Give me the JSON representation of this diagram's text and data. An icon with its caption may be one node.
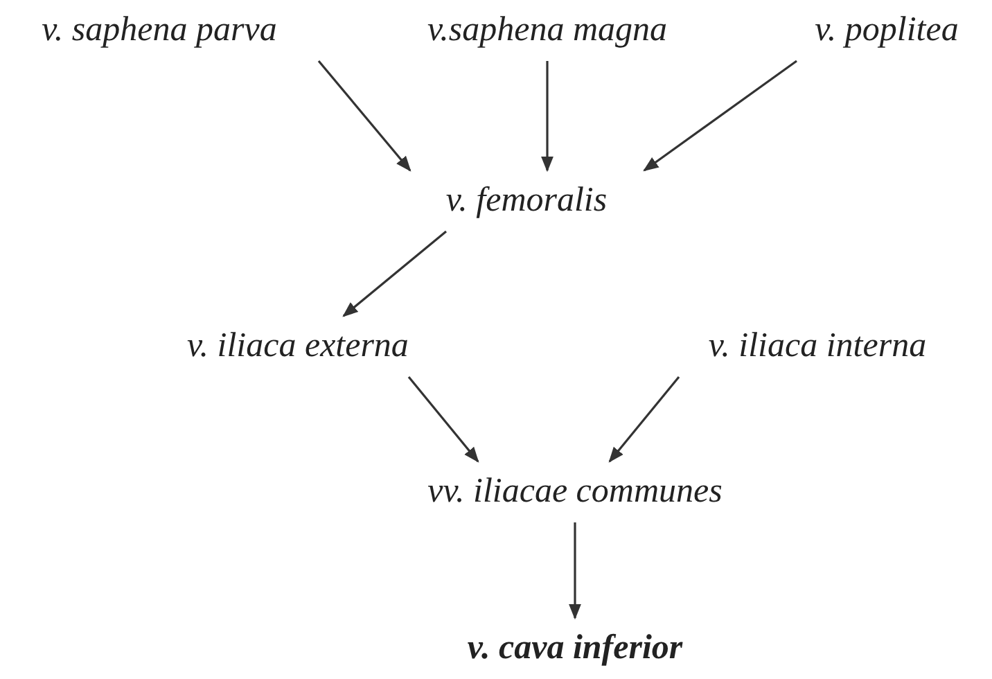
{
  "diagram": {
    "nodes": [
      {
        "text": [
          "v. saphena parva"
        ]
      },
      {
        "text": [
          "v.saphena magna"
        ]
      },
      {
        "text": [
          "v. poplitea"
        ]
      },
      {
        "text": [
          "v. femoralis"
        ]
      },
      {
        "text": [
          "v. iliaca externa"
        ]
      },
      {
        "text": [
          "v. iliaca interna"
        ]
      },
      {
        "text": [
          "vv. iliacae communes"
        ]
      },
      {
        "text": [
          "v. cava inferior"
        ]
      }
    ],
    "edges": [
      {
        "from": 0,
        "to": 3,
        "arrow": "to"
      },
      {
        "from": 1,
        "to": 3,
        "arrow": "to"
      },
      {
        "from": 2,
        "to": 3,
        "arrow": "to"
      },
      {
        "from": 3,
        "to": 4,
        "arrow": "to"
      },
      {
        "from": 4,
        "to": 6,
        "arrow": "to"
      },
      {
        "from": 5,
        "to": 6,
        "arrow": "to"
      },
      {
        "from": 6,
        "to": 7,
        "arrow": "to"
      }
    ]
  }
}
